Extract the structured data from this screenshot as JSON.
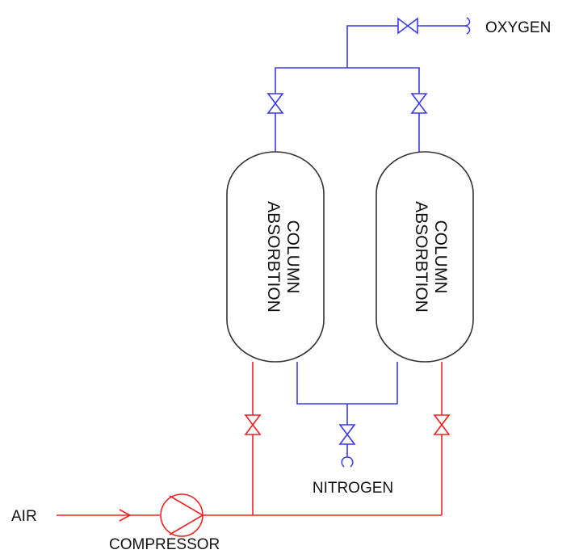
{
  "labels": {
    "oxygen": "OXYGEN",
    "nitrogen": "NITROGEN",
    "air": "AIR",
    "compressor": "COMPRESSOR"
  },
  "columns": [
    {
      "line1": "ABSORBTION",
      "line2": "COLUMN"
    },
    {
      "line1": "ABSORBTION",
      "line2": "COLUMN"
    }
  ],
  "colors": {
    "oxygen_line": "#3b3bea",
    "nitrogen_line": "#3b3bea",
    "air_line": "#ee2222",
    "vessel_outline": "#333333"
  }
}
